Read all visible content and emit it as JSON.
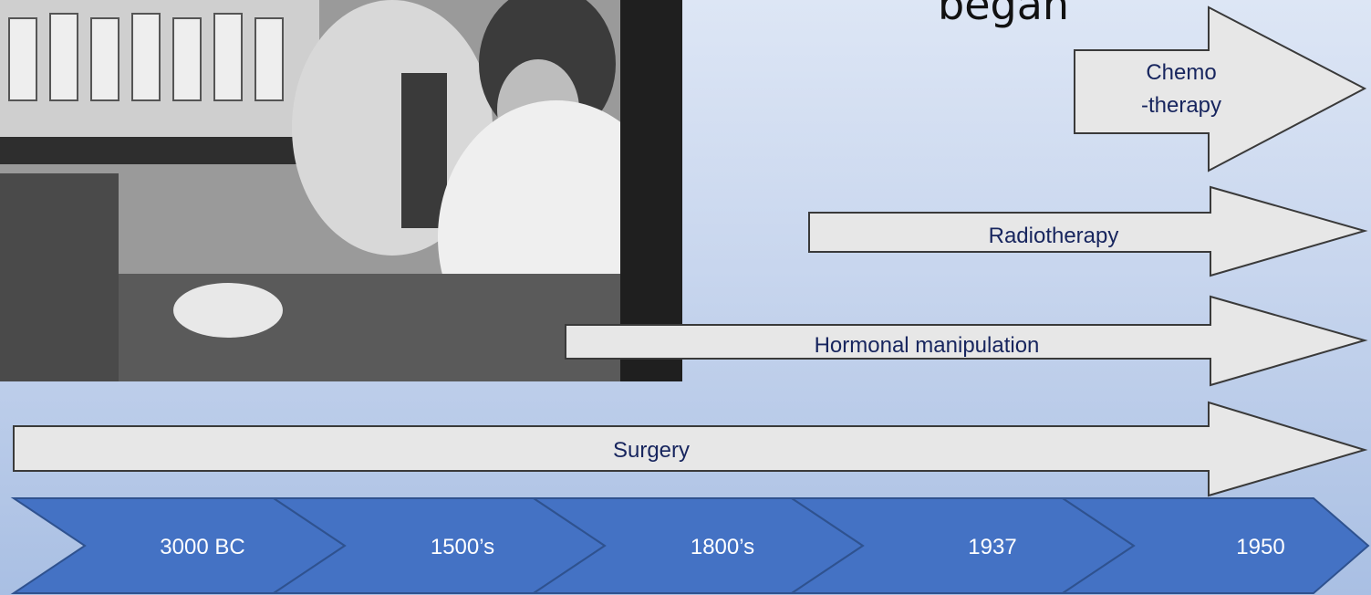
{
  "slide": {
    "title": "began"
  },
  "photo": {
    "alt": ""
  },
  "treatments": [
    {
      "id": "chemotherapy",
      "label_line1": "Chemo",
      "label_line2": "-therapy"
    },
    {
      "id": "radiotherapy",
      "label": "Radiotherapy"
    },
    {
      "id": "hormonal",
      "label": "Hormonal manipulation"
    },
    {
      "id": "surgery",
      "label": "Surgery"
    }
  ],
  "timeline": [
    "3000 BC",
    "1500’s",
    "1800’s",
    "1937",
    "1950"
  ],
  "colors": {
    "chevron_fill": "#4472c4",
    "chevron_stroke": "#2f528f",
    "arrow_fill": "#e7e7e7",
    "arrow_stroke": "#3a3a3a",
    "arrow_text": "#17255e"
  }
}
